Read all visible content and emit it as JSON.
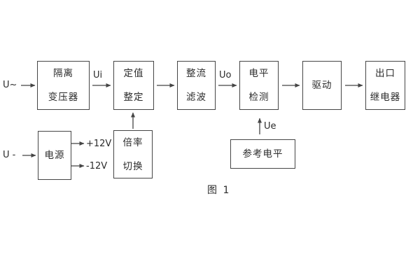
{
  "diagram": {
    "caption": "图 1",
    "io": {
      "ac_input": "U~",
      "dc_input": "U -"
    },
    "signals": {
      "ui": "Ui",
      "uo": "Uo",
      "ue": "Ue"
    },
    "rails": {
      "pos": "+12V",
      "neg": "-12V"
    },
    "blocks": {
      "isolation_transformer": {
        "line1": "隔离",
        "line2": "变压器"
      },
      "setting_adjust": {
        "line1": "定值",
        "line2": "整定"
      },
      "rectifier_filter": {
        "line1": "整流",
        "line2": "滤波"
      },
      "level_detect": {
        "line1": "电平",
        "line2": "检测"
      },
      "driver": {
        "line1": "驱动"
      },
      "output_relay": {
        "line1": "出口",
        "line2": "继电器"
      },
      "power_supply": {
        "line1": "电源"
      },
      "ratio_switch": {
        "line1": "倍率",
        "line2": "切换"
      },
      "reference_level": {
        "line1": "参考电平"
      }
    },
    "colors": {
      "line": "#454545",
      "text": "#2b2b2b",
      "background": "#ffffff"
    }
  }
}
